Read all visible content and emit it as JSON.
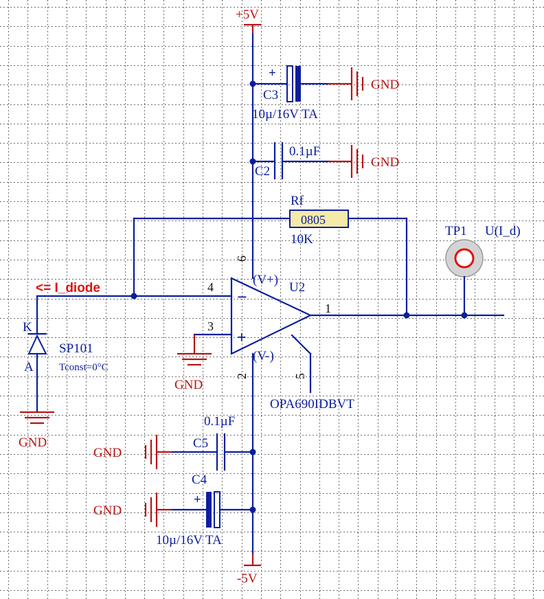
{
  "power": {
    "vcc_pos": "+5V",
    "vcc_neg": "-5V",
    "gnd": "GND"
  },
  "components": {
    "c3": {
      "ref": "C3",
      "value": "10µ/16V TA",
      "polarity": "+"
    },
    "c2": {
      "ref": "C2",
      "value": "0.1µF"
    },
    "c5": {
      "ref": "C5",
      "value": "0.1µF"
    },
    "c4": {
      "ref": "C4",
      "value": "10µ/16V TA",
      "polarity": "+"
    },
    "rf": {
      "ref": "Rf",
      "package": "0805",
      "value": "10K"
    },
    "u2": {
      "ref": "U2",
      "part": "OPA690IDBVT",
      "pin_vpos_label": "(V+)",
      "pin_vneg_label": "(V-)",
      "minus_sign": "−",
      "plus_sign": "+",
      "pins": {
        "in_minus": "4",
        "in_plus": "3",
        "out": "1",
        "vpos": "6",
        "vneg": "2",
        "disable": "5"
      }
    },
    "diode": {
      "ref": "SP101",
      "param": "Tconst=0°C",
      "cathode": "K",
      "anode": "A"
    },
    "tp1": {
      "ref": "TP1",
      "net": "U(I_d)"
    }
  },
  "nets": {
    "input_label": "<= I_diode"
  },
  "colors": {
    "wire": "#0a1e9e",
    "power": "#b81414",
    "net_label": "#e01010",
    "resistor_fill": "#f5eaa8"
  }
}
